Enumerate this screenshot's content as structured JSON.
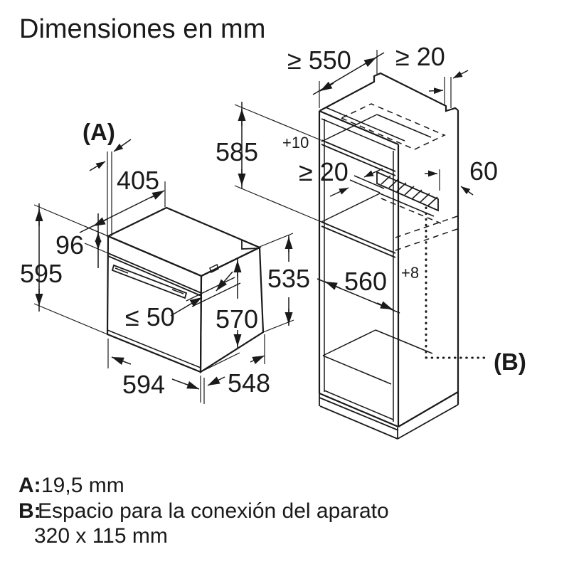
{
  "title": "Dimensiones en mm",
  "colors": {
    "ink": "#1a1a1a",
    "background": "#ffffff"
  },
  "oven": {
    "marker": "(A)",
    "top_depth": "405",
    "control_panel_height": "96",
    "height": "595",
    "handle_clearance": "≤ 50",
    "door_height": "570",
    "body_height": "535",
    "width": "594",
    "depth": "548"
  },
  "cabinet": {
    "marker": "(B)",
    "min_depth": "≥ 550",
    "rear_top_gap": "≥ 20",
    "niche_height": "585",
    "niche_height_tolerance": "+10",
    "shelf_rear_gap": "≥ 20",
    "vent_channel": "60",
    "niche_width": "560",
    "niche_width_tolerance": "+8"
  },
  "legend": {
    "a_key": "A:",
    "a_value": "19,5 mm",
    "b_key": "B:",
    "b_value_line1": "Espacio para la conexión del aparato",
    "b_value_line2": "320 x 115 mm"
  }
}
